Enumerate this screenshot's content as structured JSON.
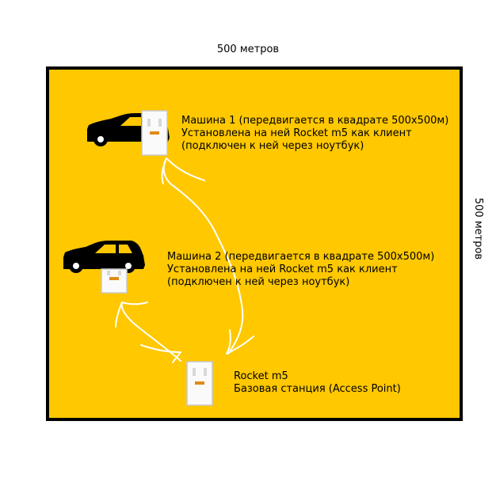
{
  "dimensions": {
    "top_label": "500 метров",
    "right_label": "500 метров"
  },
  "car1": {
    "line1": "Машина 1 (передвигается в квадрате 500x500м)",
    "line2": "Установлена на ней Rocket m5 как клиент",
    "line3": "(подключен к ней через ноутбук)"
  },
  "car2": {
    "line1": "Машина 2 (передвигается в квадрате 500x500м)",
    "line2": "Установлена на ней Rocket m5 как клиент",
    "line3": "(подключен к ней через ноутбук)"
  },
  "base_station": {
    "line1": "Rocket m5",
    "line2": "Базовая станция (Access Point)"
  },
  "colors": {
    "field": "#ffc800",
    "border": "#000000",
    "link": "#ffffff"
  }
}
